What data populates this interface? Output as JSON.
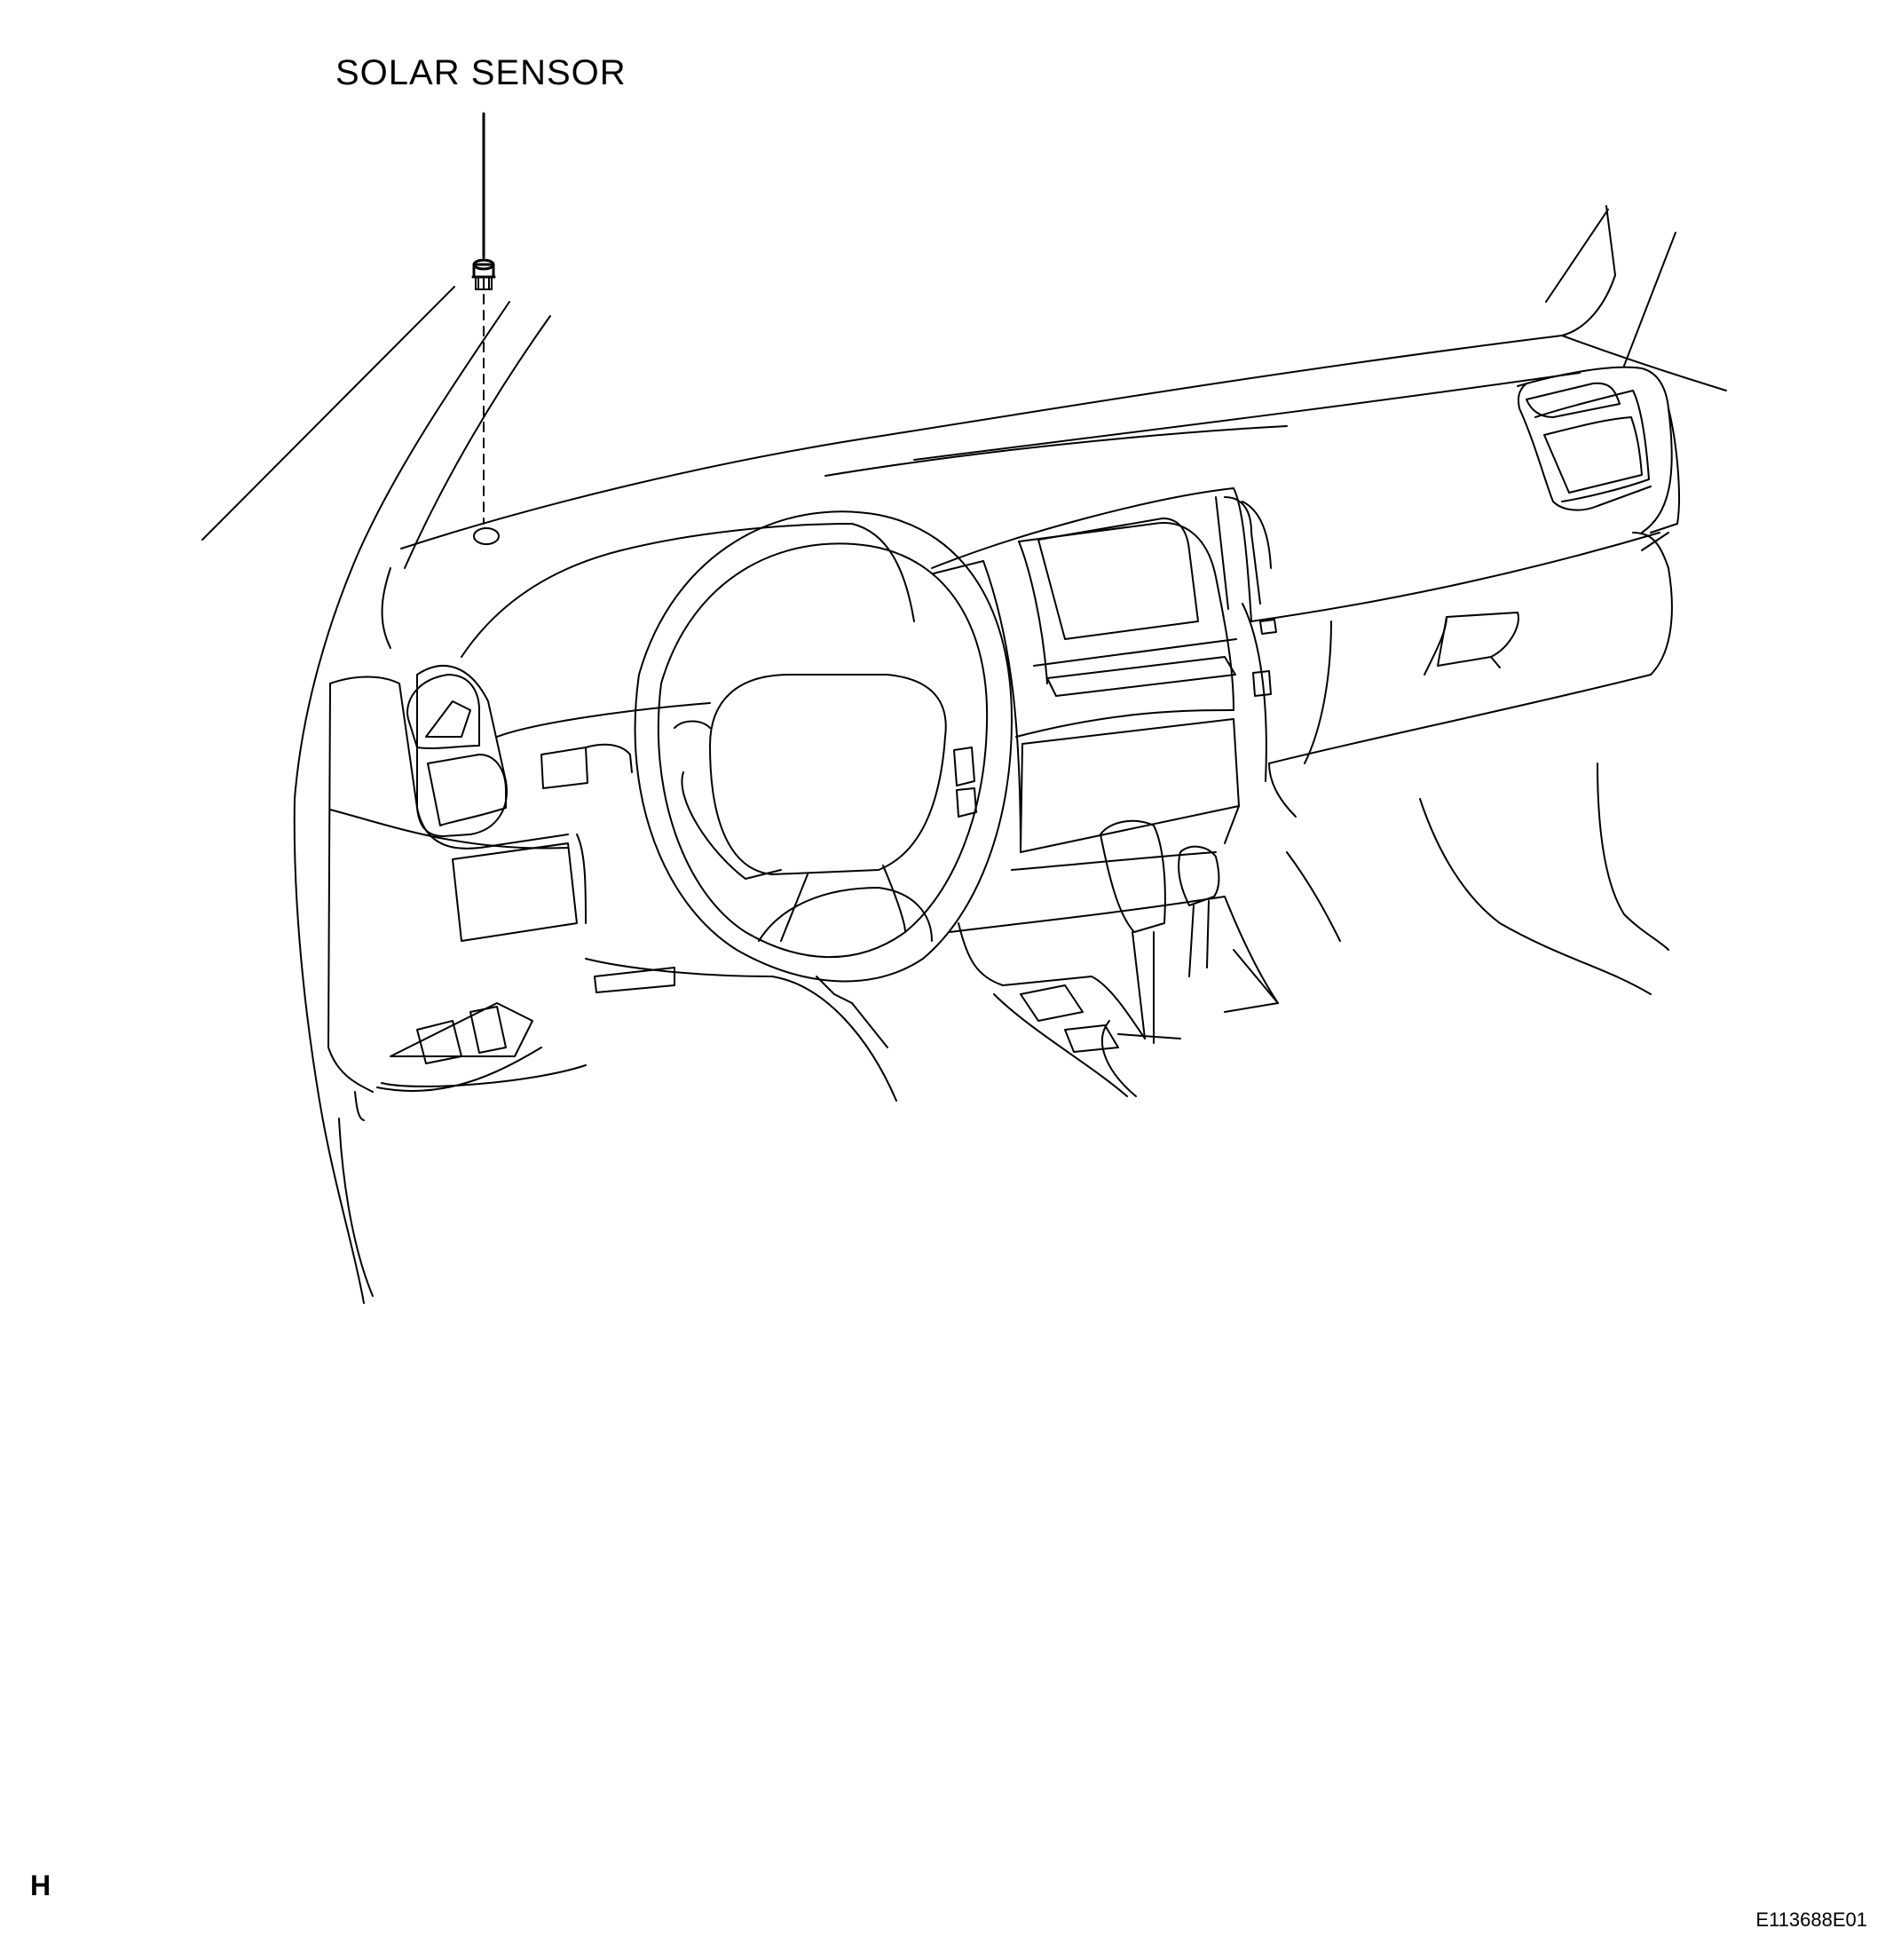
{
  "callout": {
    "label": "SOLAR SENSOR"
  },
  "corner": {
    "letter": "H"
  },
  "figure": {
    "code": "E113688E01"
  },
  "colors": {
    "line": "#000000",
    "background": "#ffffff"
  }
}
